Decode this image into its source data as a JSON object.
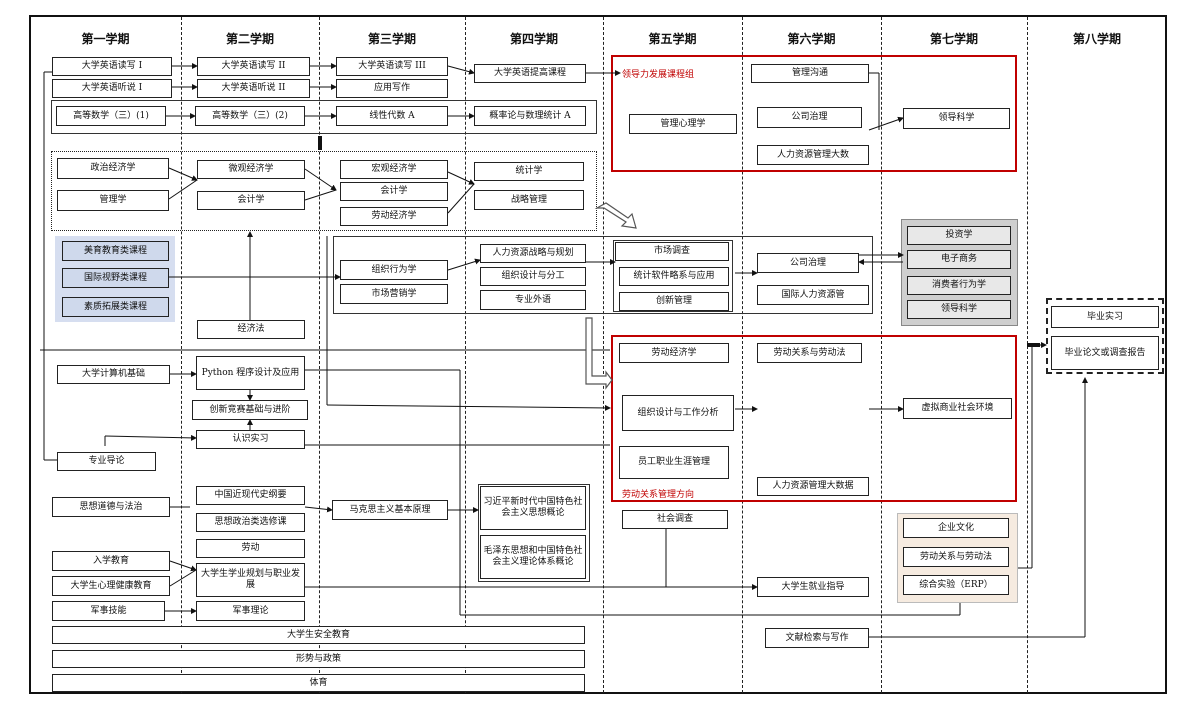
{
  "semesters": [
    "第一学期",
    "第二学期",
    "第三学期",
    "第四学期",
    "第五学期",
    "第六学期",
    "第七学期",
    "第八学期"
  ],
  "groups": {
    "leadership": "领导力发展课程组",
    "labor": "劳动关系管理方向"
  },
  "courses": {
    "yy_read1": "大学英语读写 I",
    "yy_listen1": "大学英语听说 I",
    "yy_read2": "大学英语读写 II",
    "yy_listen2": "大学英语听说 II",
    "yy_read3": "大学英语读写 III",
    "app_write": "应用写作",
    "yy_adv": "大学英语提高课程",
    "math1": "高等数学（三）(1)",
    "math2": "高等数学（三）(2)",
    "linalg": "线性代数 A",
    "prob": "概率论与数理统计 A",
    "pol_econ": "政治经济学",
    "mgmt": "管理学",
    "micro": "微观经济学",
    "acct2": "会计学",
    "macro": "宏观经济学",
    "acct3": "会计学",
    "labor_econ3": "劳动经济学",
    "stats": "统计学",
    "strategy": "战略管理",
    "arts": "美育教育类课程",
    "intl": "国际视野类课程",
    "quality": "素质拓展类课程",
    "econ_law": "经济法",
    "org_beh": "组织行为学",
    "marketing": "市场营销学",
    "hr_strategy": "人力资源战略与规划",
    "org_design": "组织设计与分工",
    "pro_eng": "专业外语",
    "mkt_research": "市场调查",
    "stat_soft": "统计软件略系与应用",
    "innov": "创新管理",
    "corp_gov6b": "公司治理",
    "intl_hr": "国际人力资源管",
    "mgmt_psy": "管理心理学",
    "mgmt_comm": "管理沟通",
    "corp_gov6": "公司治理",
    "hr_bigdata6": "人力资源管理大数",
    "leadership7": "领导科学",
    "invest": "投资学",
    "ecom": "电子商务",
    "consumer": "消费者行为学",
    "leadership7b": "领导科学",
    "thesis_intern": "毕业实习",
    "thesis": "毕业论文或调查报告",
    "comp": "大学计算机基础",
    "python": "Python 程序设计及应用",
    "innov_contest": "创新竞赛基础与进阶",
    "cog_intern": "认识实习",
    "major_intro": "专业导论",
    "ethics": "思想道德与法治",
    "modern_hist": "中国近现代史纲要",
    "politics_elective": "思想政治类选修课",
    "marxism": "马克思主义基本原理",
    "xi_thought": "习近平新时代中国特色社会主义思想概论",
    "mao_thought": "毛泽东思想和中国特色社会主义理论体系概论",
    "enroll_edu": "入学教育",
    "mental": "大学生心理健康教育",
    "labor2": "劳动",
    "career": "大学生学业规划与职业发展",
    "military_skill": "军事技能",
    "military_theory": "军事理论",
    "labor_econ5": "劳动经济学",
    "job_analysis": "组织设计与工作分析",
    "career_mgmt": "员工职业生涯管理",
    "labor_law": "劳动关系与劳动法",
    "hr_bigdata6b": "人力资源管理大数据",
    "virtual": "虚拟商业社会环境",
    "social_survey": "社会调查",
    "employment": "大学生就业指导",
    "culture": "企业文化",
    "labor_law7": "劳动关系与劳动法",
    "erp": "综合实验（ERP）",
    "literature": "文献检索与写作",
    "safety": "大学生安全教育",
    "policy": "形势与政策",
    "pe": "体育"
  }
}
